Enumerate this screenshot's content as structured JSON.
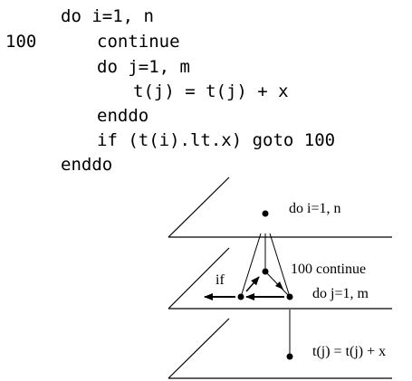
{
  "code": {
    "line_do_i": "do i=1, n",
    "label_100": "100",
    "line_continue": "continue",
    "line_do_j": "do j=1, m",
    "line_assign": "t(j) = t(j) + x",
    "line_enddo_inner": "enddo",
    "line_if": "if (t(i).lt.x) goto 100",
    "line_enddo_outer": "enddo"
  },
  "diagram": {
    "label_do_i": "do i=1, n",
    "label_100_continue": "100 continue",
    "label_do_j": "do j=1, m",
    "label_if": "if",
    "label_assign": "t(j) = t(j) + x"
  }
}
